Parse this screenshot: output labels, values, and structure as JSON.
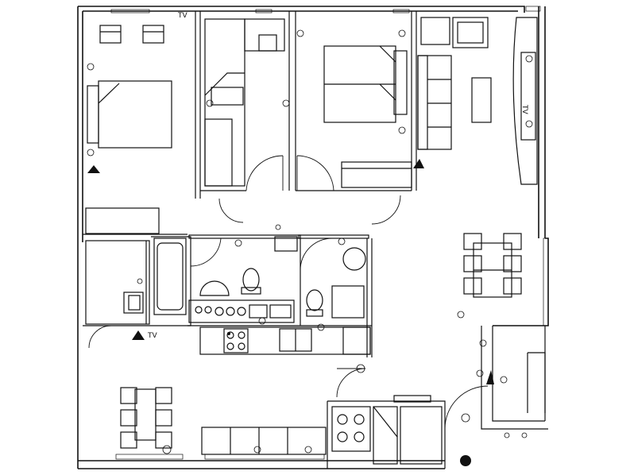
{
  "floor_plan": {
    "labels": {
      "tv_bedroom_1": "TV",
      "tv_living": "TV",
      "tv_corridor": "TV"
    },
    "colors": {
      "background": "#ffffff",
      "line": "#111111",
      "wall_fill": "#ffffff"
    },
    "icons": [
      "bed-icon",
      "sofa-icon",
      "bathtub-icon",
      "toilet-icon",
      "sink-icon",
      "stove-icon",
      "dining-table-icon",
      "door-swing-icon",
      "electrical-outlet-icon",
      "light-switch-icon",
      "telephone-icon"
    ]
  }
}
